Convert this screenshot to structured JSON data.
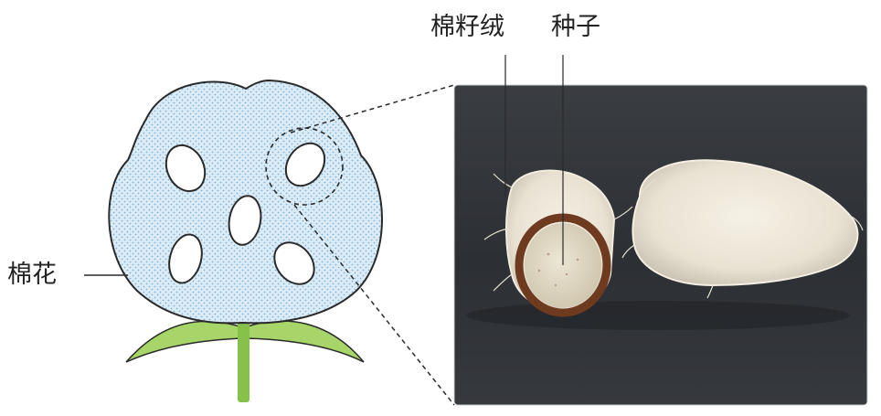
{
  "labels": {
    "cotton": "棉花",
    "lint": "棉籽绒",
    "seed": "种子"
  },
  "colors": {
    "boll_fill": "#dcecf6",
    "boll_dots": "#7fb2d6",
    "outline": "#2a2a2a",
    "leaf": "#a8d56a",
    "stem": "#86c24a",
    "photo_bg": "#2e3136",
    "fiber": "#ece6d9",
    "seed_coat": "#6e3a20",
    "kernel": "#e4dcc7"
  }
}
